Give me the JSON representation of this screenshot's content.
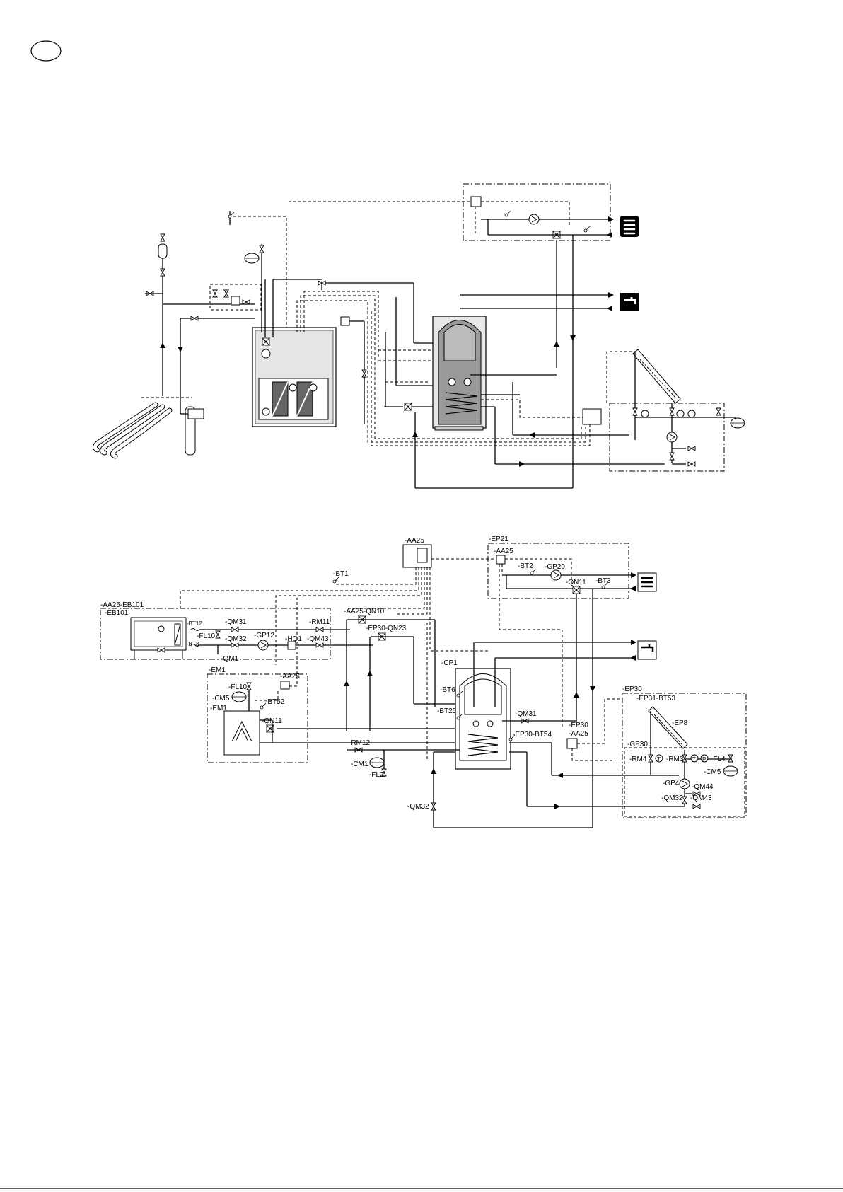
{
  "badge": {
    "text": ""
  },
  "bottom": {
    "labels": {
      "aa25_main": "-AA25",
      "bt1": "-BT1",
      "ep21": "-EP21",
      "ep21_aa25": "-AA25",
      "bt2": "-BT2",
      "gp20": "-GP20",
      "bt3": "-BT3",
      "qn11_ep21": "-QN11",
      "aa25_eb101": "-AA25-EB101",
      "eb101": "-EB101",
      "bt12": "-BT12",
      "bt3_eb": "-BT3",
      "qm31_eb": "-QM31",
      "fl10_eb": "-FL10",
      "qm32_eb": "-QM32",
      "gp12": "-GP12",
      "qm1": "-QM1",
      "rm11": "-RM11",
      "hq1": "-HQ1",
      "qm43_eb": "-QM43",
      "aa25_qn10": "-AA25-QN10",
      "ep30_qn23": "-EP30-QN23",
      "cp1": "-CP1",
      "em1_box": "-EM1",
      "em1_aa25": "-AA25",
      "fl10_em": "-FL10",
      "cm5_em": "-CM5",
      "em1": "-EM1",
      "bt52": "-BT52",
      "qn11_em": "-QN11",
      "bt6": "-BT6",
      "bt25": "-BT25",
      "qm31_cp": "-QM31",
      "rm12": "-RM12",
      "cm1": "-CM1",
      "fl2": "-FL2",
      "ep30_bt54": "-EP30-BT54",
      "qm32_bot": "-QM32",
      "ep30_aa25_a": "-EP30",
      "ep30_aa25_b": "-AA25",
      "ep30": "-EP30",
      "ep31_bt53": "-EP31-BT53",
      "ep8": "-EP8",
      "gp30": "-GP30",
      "rm4": "-RM4",
      "rm3": "-RM3",
      "fl4": "-FL4",
      "cm5_gp": "-CM5",
      "gp4": "-GP4",
      "qm44": "-QM44",
      "qm32_gp": "-QM32",
      "qm43_gp": "-QM43",
      "t_sym_1": "T",
      "t_sym_2": "T",
      "p_sym": "P",
      "t_sym_3": "T"
    }
  },
  "icons": [
    "radiator-icon",
    "tap-water-icon",
    "heat-pump-icon",
    "solar-collector-icon",
    "expansion-vessel-icon",
    "pump-icon",
    "valve-icon",
    "three-way-valve-icon",
    "sensor-icon",
    "control-module-icon",
    "boiler-icon",
    "ground-collector-icon"
  ]
}
